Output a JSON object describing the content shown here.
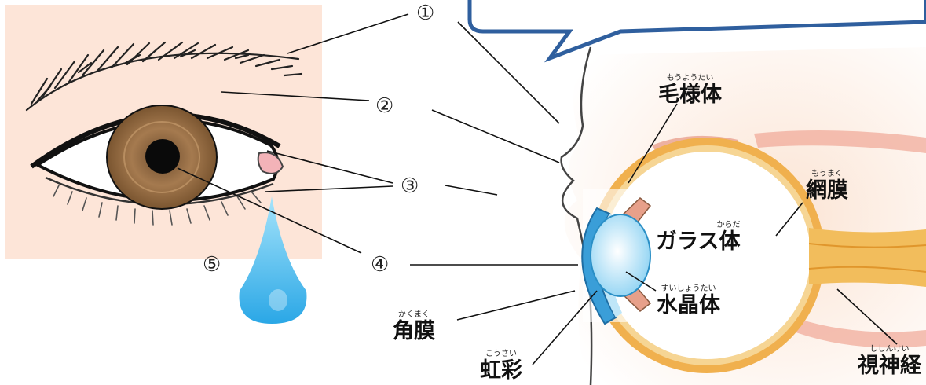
{
  "markers": {
    "m1": "①",
    "m2": "②",
    "m3": "③",
    "m4": "④",
    "m5": "⑤"
  },
  "labels": {
    "ciliary": {
      "text": "毛様体",
      "ruby": "もうようたい"
    },
    "retina": {
      "text": "網膜",
      "ruby": "もうまく"
    },
    "vitreous": {
      "text": "ガラス体",
      "ruby": "からだ"
    },
    "lens": {
      "text": "水晶体",
      "ruby": "すいしょうたい"
    },
    "cornea": {
      "text": "角膜",
      "ruby": "かくまく"
    },
    "iris": {
      "text": "虹彩",
      "ruby": "こうさい"
    },
    "optic_nerve": {
      "text": "視神経",
      "ruby": "ししんけい"
    }
  },
  "colors": {
    "skin_panel": "#fde5d8",
    "iris_brown": "#a57a4f",
    "tear_blue": "#4bbbef",
    "bubble_border": "#2f5f9e",
    "eyeball_orange": "#f0b04e",
    "cornea_blue": "#3a9ed8"
  }
}
